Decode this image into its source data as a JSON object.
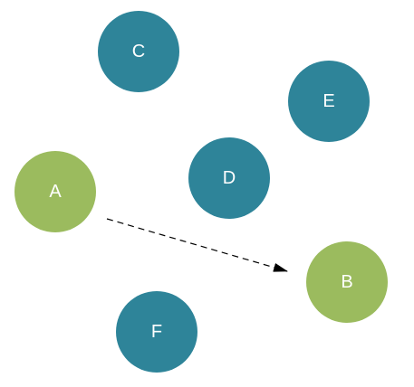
{
  "colors": {
    "background": "#ffffff",
    "node_teal": "#2e8499",
    "node_green": "#9bbb5e",
    "edge": "#000000",
    "label_text": "#ffffff"
  },
  "nodes": [
    {
      "id": "A",
      "label": "A",
      "color": "#9bbb5e"
    },
    {
      "id": "B",
      "label": "B",
      "color": "#9bbb5e"
    },
    {
      "id": "C",
      "label": "C",
      "color": "#2e8499"
    },
    {
      "id": "D",
      "label": "D",
      "color": "#2e8499"
    },
    {
      "id": "E",
      "label": "E",
      "color": "#2e8499"
    },
    {
      "id": "F",
      "label": "F",
      "color": "#2e8499"
    }
  ],
  "edges": [
    {
      "from": "A",
      "to": "B",
      "style": "dashed",
      "directed": true
    }
  ]
}
